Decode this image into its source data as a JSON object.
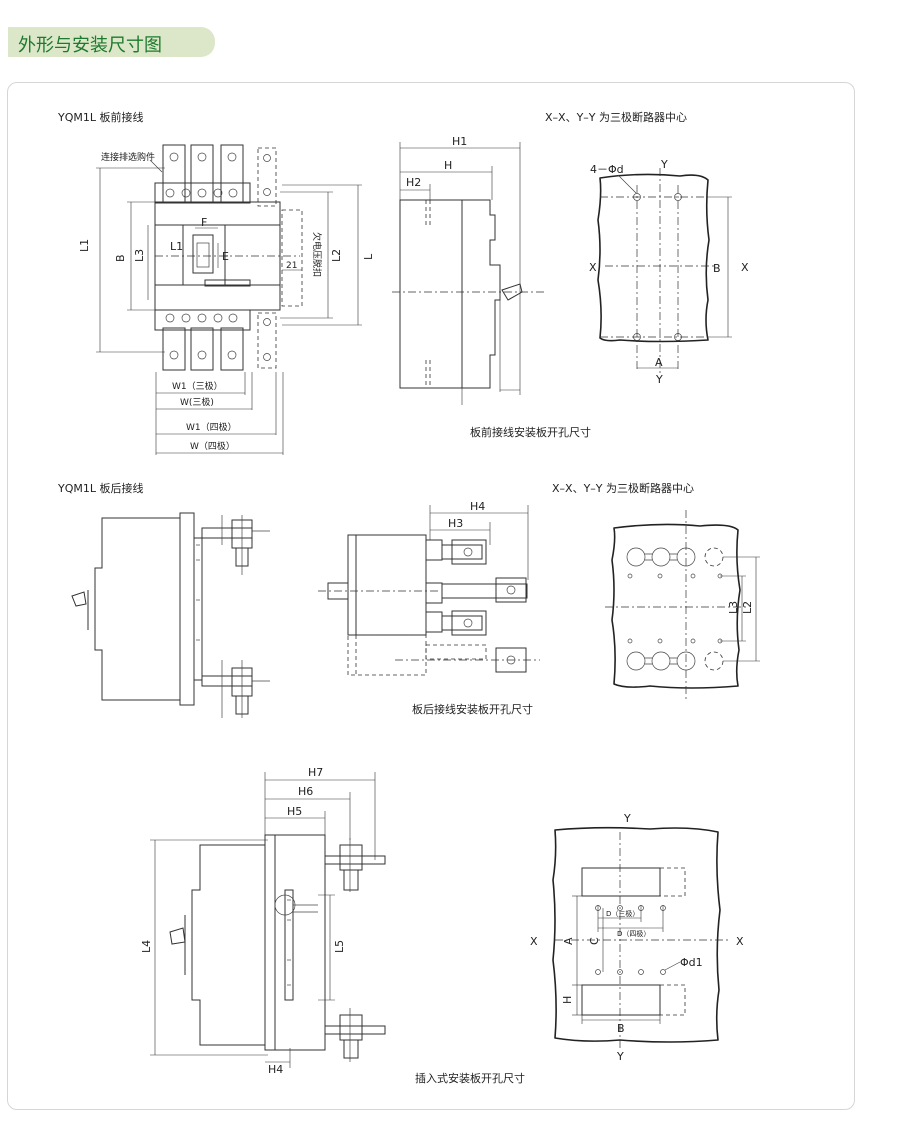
{
  "header": {
    "title": "外形与安装尺寸图"
  },
  "sections": {
    "front": {
      "title": "YQM1L 板前接线",
      "xy_note": "X–X、Y–Y 为三极断路器中心",
      "panel_caption": "板前接线安装板开孔尺寸",
      "labels": {
        "busbar": "连接排选购件",
        "L1": "L1",
        "B": "B",
        "L3": "L3",
        "F": "F",
        "L1_inner": "L1",
        "E": "E",
        "n21": "21",
        "undervoltage": "欠电压脱扣",
        "L2": "L2",
        "L": "L",
        "W1_3": "W1（三极）",
        "W_3": "W(三极)",
        "W1_4": "W1（四极）",
        "W_4": "W（四极）",
        "H1": "H1",
        "H": "H",
        "H2": "H2",
        "hole": "4－Φd",
        "Y": "Y",
        "X": "X",
        "B_side": "B",
        "X_right": "X",
        "A": "A",
        "Y_bottom": "Y"
      }
    },
    "rear": {
      "title": "YQM1L 板后接线",
      "xy_note": "X–X、Y–Y 为三极断路器中心",
      "panel_caption": "板后接线安装板开孔尺寸",
      "labels": {
        "H4": "H4",
        "H3": "H3",
        "L3": "L3",
        "L2": "L2"
      }
    },
    "plugin": {
      "panel_caption": "插入式安装板开孔尺寸",
      "labels": {
        "H7": "H7",
        "H6": "H6",
        "H5": "H5",
        "L4": "L4",
        "L5": "L5",
        "H4": "H4",
        "Y_top": "Y",
        "X_left": "X",
        "X_right": "X",
        "A": "A",
        "C": "C",
        "H": "H",
        "B": "B",
        "Y_bottom": "Y",
        "D3": "D（三极）",
        "D4": "D（四极）",
        "d1": "Φd1"
      }
    }
  }
}
